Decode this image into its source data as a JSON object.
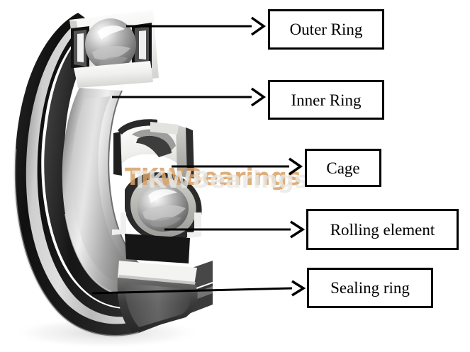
{
  "image": {
    "subject": "deep groove ball bearing cutaway diagram",
    "background_color": "#ffffff"
  },
  "watermark": {
    "text": "TKWBearings",
    "color_primary": "#d9a166",
    "color_secondary": "#e9e9e6"
  },
  "callouts": [
    {
      "id": "outer-ring",
      "label": "Outer Ring"
    },
    {
      "id": "inner-ring",
      "label": "Inner Ring"
    },
    {
      "id": "cage",
      "label": "Cage"
    },
    {
      "id": "rolling-element",
      "label": "Rolling element"
    },
    {
      "id": "sealing-ring",
      "label": "Sealing ring"
    }
  ],
  "colors": {
    "line": "#000000",
    "seal_black": "#1b1b1b",
    "steel_light": "#d8d8d8",
    "steel_mid": "#9a9a9a",
    "steel_dark": "#4a4a4a",
    "cage_white": "#f2f2f0"
  }
}
